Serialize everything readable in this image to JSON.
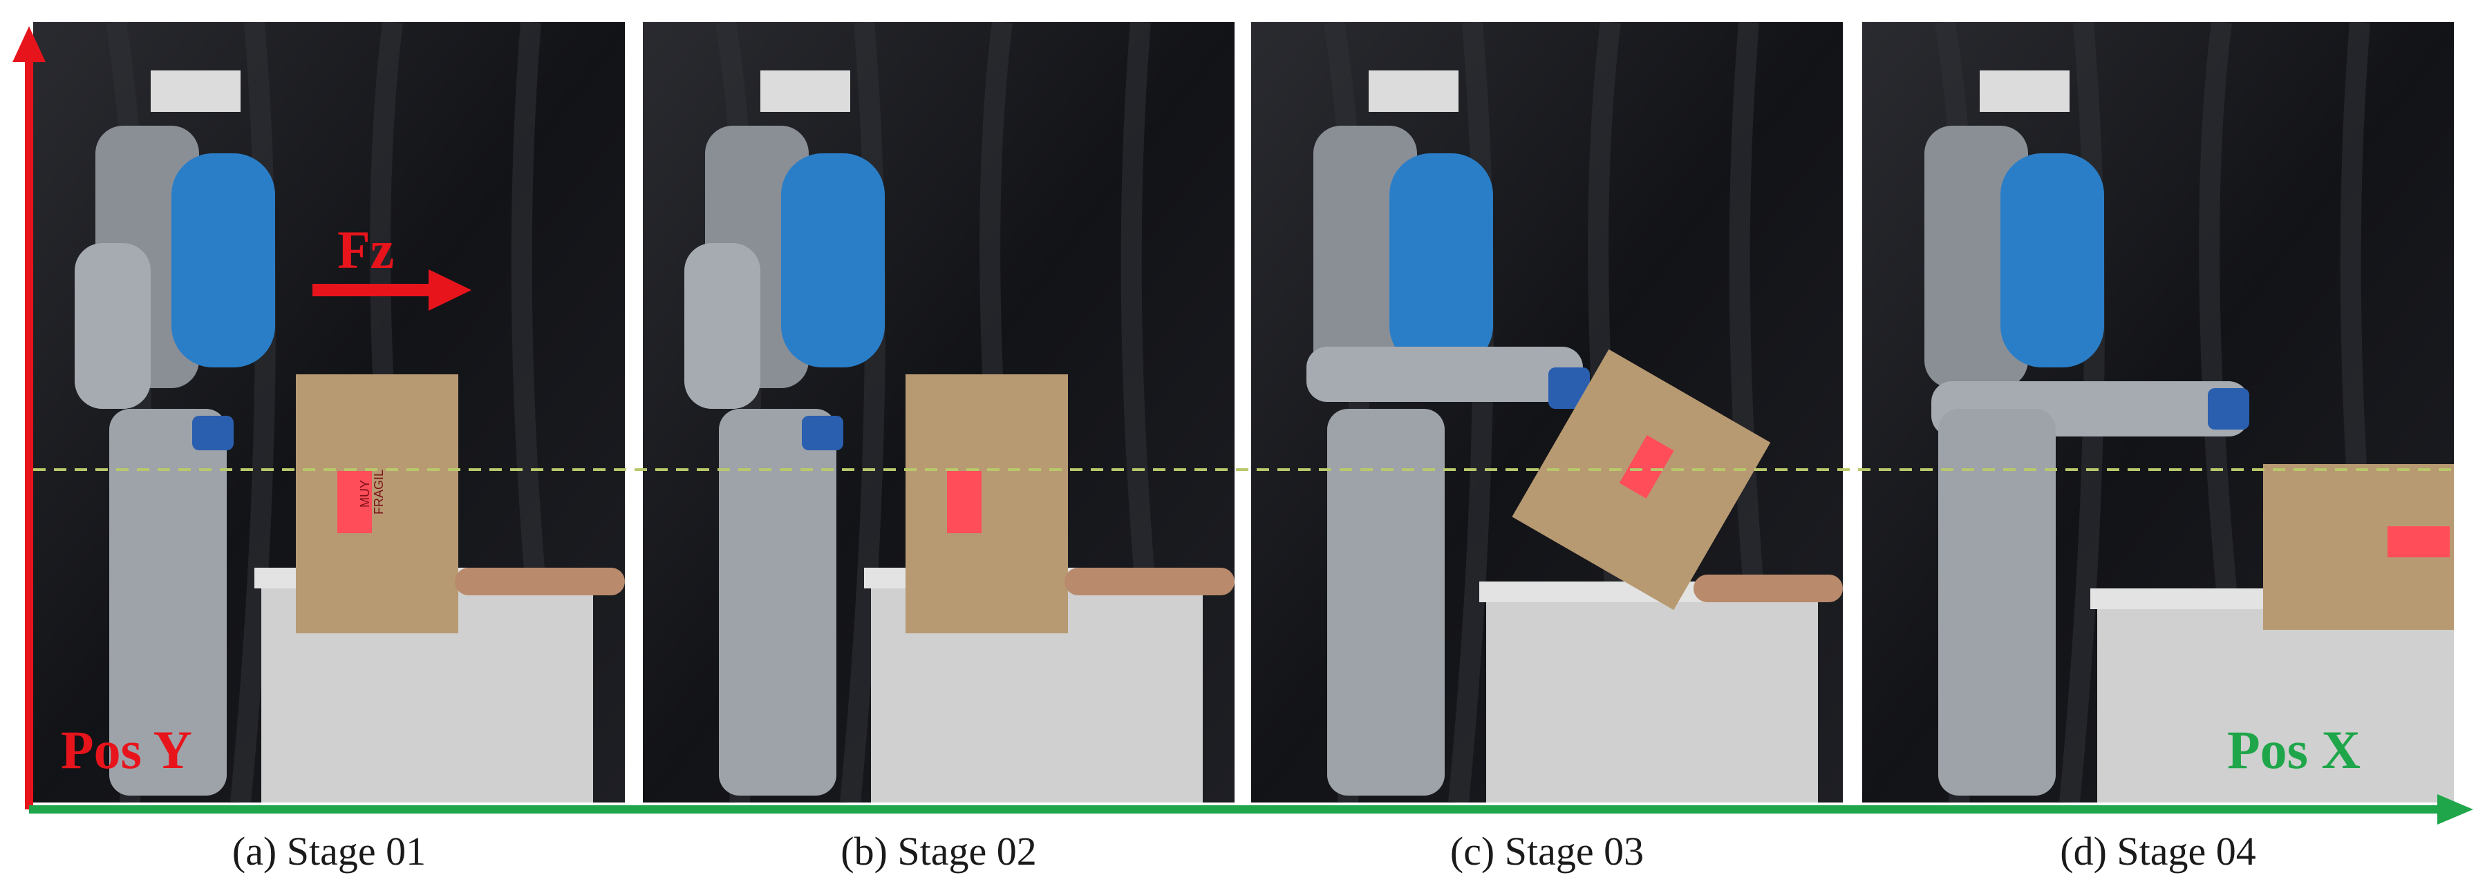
{
  "captions": [
    "(a) Stage 01",
    "(b) Stage 02",
    "(c) Stage 03",
    "(d) Stage 04"
  ],
  "axes": {
    "y_label": "Pos Y",
    "x_label": "Pos X",
    "force_label": "Fz"
  },
  "box_label": {
    "line1": "MUY",
    "line2": "FRAGIL"
  },
  "colors": {
    "y_axis": "#e8141c",
    "x_axis": "#1fa64a",
    "force": "#e8141c",
    "reference_line": "#b8c86a",
    "pos_x_text": "#1fa64a"
  }
}
